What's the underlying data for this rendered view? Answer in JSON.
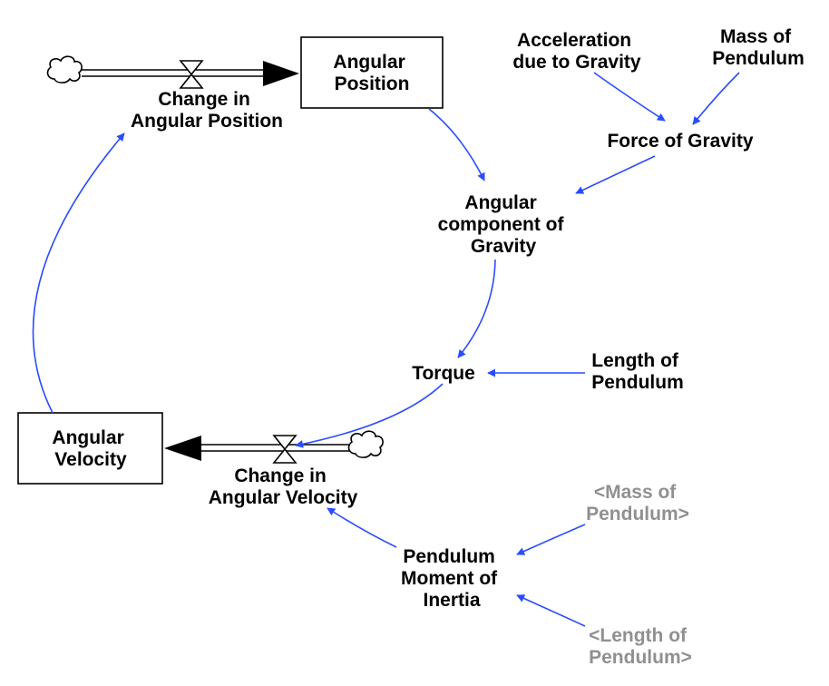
{
  "colors": {
    "link": "#2a4cff",
    "shadow_variable": "#909090",
    "text": "#000000"
  },
  "stocks": {
    "angular_position": [
      "Angular",
      "Position"
    ],
    "angular_velocity": [
      "Angular",
      "Velocity"
    ]
  },
  "flows": {
    "change_angular_position": [
      "Change in",
      "Angular Position"
    ],
    "change_angular_velocity": [
      "Change in",
      "Angular Velocity"
    ]
  },
  "variables": {
    "acceleration_gravity": [
      "Acceleration",
      "due to Gravity"
    ],
    "mass_pendulum": [
      "Mass of",
      "Pendulum"
    ],
    "force_gravity": [
      "Force of Gravity"
    ],
    "angular_component_gravity": [
      "Angular",
      "component of",
      "Gravity"
    ],
    "torque": [
      "Torque"
    ],
    "length_pendulum": [
      "Length of",
      "Pendulum"
    ],
    "moment_inertia": [
      "Pendulum",
      "Moment of",
      "Inertia"
    ]
  },
  "shadow_variables": {
    "mass_pendulum": [
      "<Mass of",
      "Pendulum>"
    ],
    "length_pendulum": [
      "<Length of",
      "Pendulum>"
    ]
  },
  "icons": {
    "source_sink": "cloud-icon",
    "flow_valve": "valve-icon"
  }
}
